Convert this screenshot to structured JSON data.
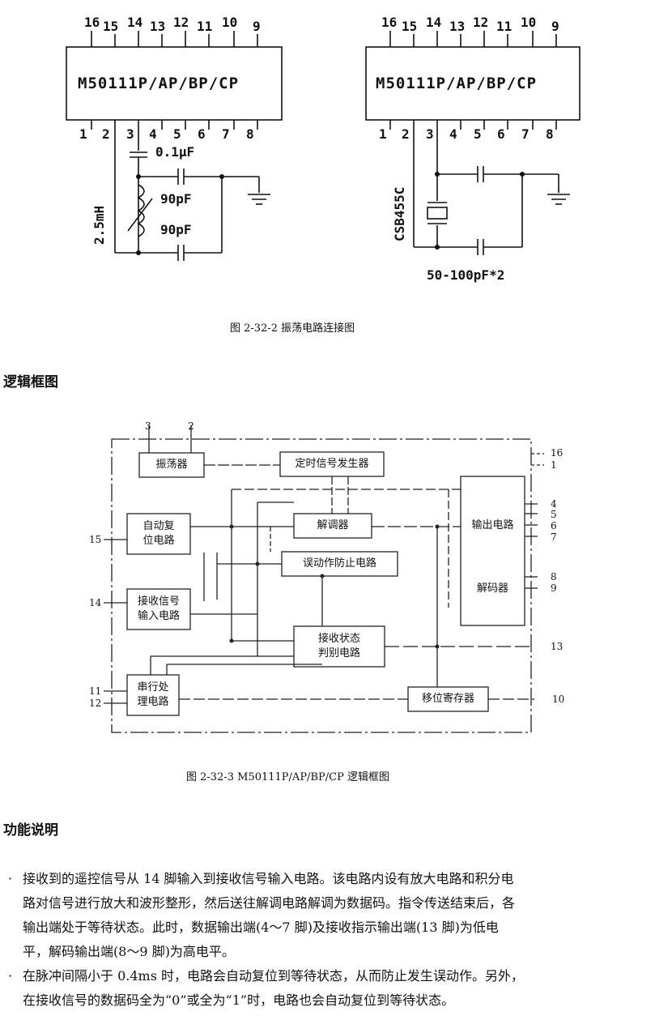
{
  "osc_left": {
    "top_pins": [
      "16",
      "15",
      "14",
      "13",
      "12",
      "11",
      "10",
      "9"
    ],
    "bottom_pins": [
      "1",
      "2",
      "3",
      "4",
      "5",
      "6",
      "7",
      "8"
    ],
    "chip_label": "M50111P/AP/BP/CP",
    "coupling_cap": "0.1μF",
    "inductor": "2.5mH",
    "cap_upper": "90pF",
    "cap_lower": "90pF"
  },
  "osc_right": {
    "top_pins": [
      "16",
      "15",
      "14",
      "13",
      "12",
      "11",
      "10",
      "9"
    ],
    "bottom_pins": [
      "1",
      "2",
      "3",
      "4",
      "5",
      "6",
      "7",
      "8"
    ],
    "chip_label": "M50111P/AP/BP/CP",
    "resonator": "CSB455C",
    "caps": "50-100pF*2"
  },
  "caption1": "图 2-32-2   振荡电路连接图",
  "section1": "逻辑框图",
  "logic": {
    "blocks": {
      "oscillator": "振荡器",
      "timing": "定时信号发生器",
      "auto_reset": [
        "自动复",
        "位电路"
      ],
      "receive_input": [
        "接收信号",
        "输入电路"
      ],
      "demod": "解调器",
      "misop": "误动作防止电路",
      "rx_state": [
        "接收状态",
        "判别电路"
      ],
      "serial": [
        "串行处",
        "理电路"
      ],
      "shift_reg": "移位寄存器",
      "output": "输出电路",
      "decoder": "解码器"
    },
    "pins": {
      "p3": "3",
      "p2": "2",
      "p16": "16",
      "p1": "1",
      "p15": "15",
      "p14": "14",
      "p11": "11",
      "p12": "12",
      "p4": "4",
      "p5": "5",
      "p6": "6",
      "p7": "7",
      "p8": "8",
      "p9": "9",
      "p13": "13",
      "p10": "10"
    }
  },
  "caption2": "图 2-32-3   M50111P/AP/BP/CP 逻辑框图",
  "section2": "功能说明",
  "bullets": [
    {
      "lines": [
        "接收到的遥控信号从 14 脚输入到接收信号输入电路。该电路内设有放大电路和积分电",
        "路对信号进行放大和波形整形，然后送往解调电路解调为数据码。指令传送结束后，各",
        "输出端处于等待状态。此时，数据输出端(4～7 脚)及接收指示输出端(13 脚)为低电",
        "平，解码输出端(8～9 脚)为高电平。"
      ]
    },
    {
      "lines": [
        "在脉冲间隔小于 0.4ms 时，电路会自动复位到等待状态，从而防止发生误动作。另外，",
        "在接收信号的数据码全为“0”或全为“1”时，电路也会自动复位到等待状态。"
      ]
    }
  ]
}
